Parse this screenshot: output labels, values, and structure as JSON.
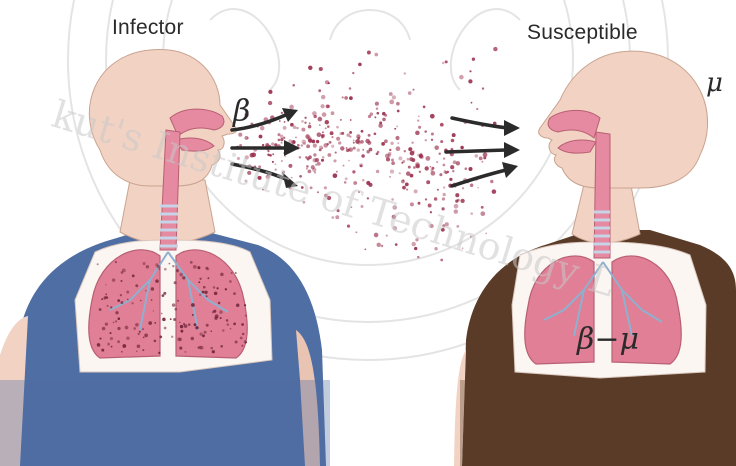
{
  "labels": {
    "infector": "Infector",
    "susceptible": "Susceptible",
    "beta": "β",
    "mu": "μ",
    "beta_minus_mu": "β−μ"
  },
  "watermark": {
    "text": "kut's Institute of Technology L",
    "color": "#c8c8c8"
  },
  "colors": {
    "skin": "#f2d3c3",
    "infector_shirt": "#4f6ea3",
    "susceptible_shirt": "#5a3b27",
    "lung": "#e07f95",
    "airway": "#e58aa0",
    "droplet": "#9a2f4c",
    "arrow": "#2b2b2b"
  }
}
